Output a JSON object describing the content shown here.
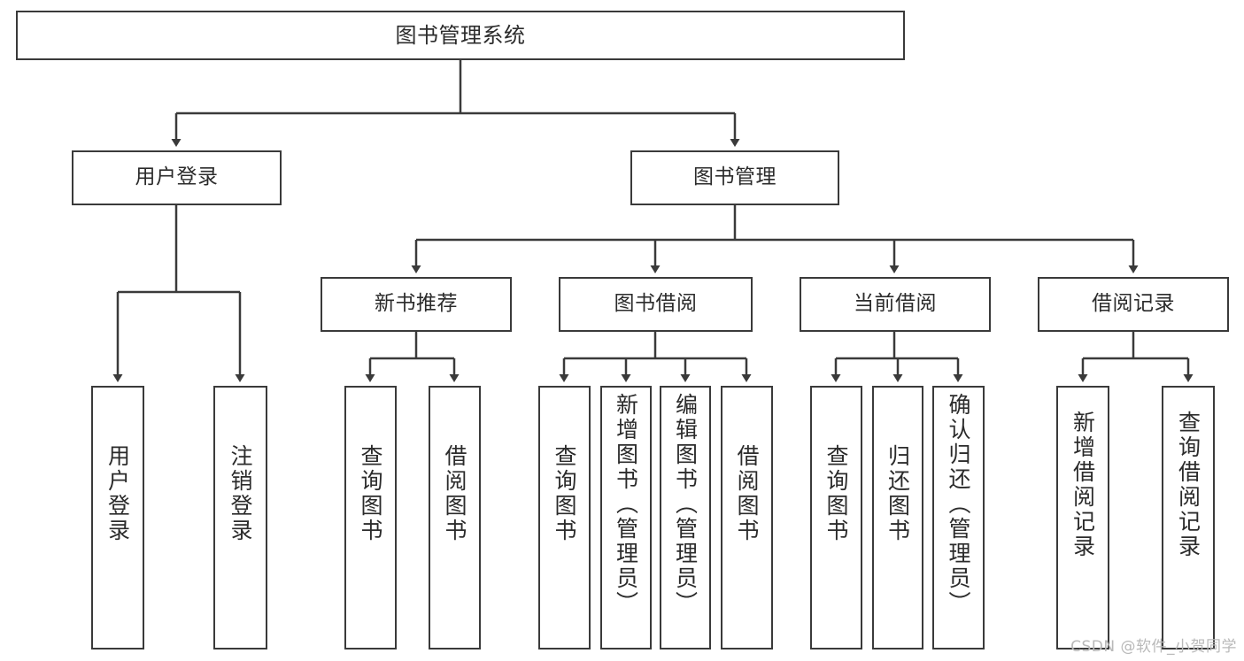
{
  "diagram": {
    "title": "图书管理系统",
    "type": "tree",
    "colors": {
      "node_border": "#3a3a3a",
      "node_fill": "#ffffff",
      "edge": "#3a3a3a",
      "text": "#2b2b2b",
      "watermark": "#b9b9b9"
    },
    "nodes": [
      {
        "id": "root",
        "label": "图书管理系统",
        "level": 1,
        "orientation": "horizontal"
      },
      {
        "id": "login",
        "label": "用户登录",
        "level": 2,
        "orientation": "horizontal"
      },
      {
        "id": "bookmgmt",
        "label": "图书管理",
        "level": 2,
        "orientation": "horizontal"
      },
      {
        "id": "newbook",
        "label": "新书推荐",
        "level": 3,
        "orientation": "horizontal"
      },
      {
        "id": "borrow",
        "label": "图书借阅",
        "level": 3,
        "orientation": "horizontal"
      },
      {
        "id": "current",
        "label": "当前借阅",
        "level": 3,
        "orientation": "horizontal"
      },
      {
        "id": "records",
        "label": "借阅记录",
        "level": 3,
        "orientation": "horizontal"
      },
      {
        "id": "leaf1",
        "label": "用户登录",
        "level": 4,
        "orientation": "vertical"
      },
      {
        "id": "leaf2",
        "label": "注销登录",
        "level": 4,
        "orientation": "vertical"
      },
      {
        "id": "leaf3",
        "label": "查询图书",
        "level": 4,
        "orientation": "vertical"
      },
      {
        "id": "leaf4",
        "label": "借阅图书",
        "level": 4,
        "orientation": "vertical"
      },
      {
        "id": "leaf5",
        "label": "查询图书",
        "level": 4,
        "orientation": "vertical"
      },
      {
        "id": "leaf6",
        "label": "新增图书（管理员）",
        "level": 4,
        "orientation": "vertical"
      },
      {
        "id": "leaf7",
        "label": "编辑图书（管理员）",
        "level": 4,
        "orientation": "vertical"
      },
      {
        "id": "leaf8",
        "label": "借阅图书",
        "level": 4,
        "orientation": "vertical"
      },
      {
        "id": "leaf9",
        "label": "查询图书",
        "level": 4,
        "orientation": "vertical"
      },
      {
        "id": "leaf10",
        "label": "归还图书",
        "level": 4,
        "orientation": "vertical"
      },
      {
        "id": "leaf11",
        "label": "确认归还（管理员）",
        "level": 4,
        "orientation": "vertical"
      },
      {
        "id": "leaf12",
        "label": "新增借阅记录",
        "level": 4,
        "orientation": "vertical"
      },
      {
        "id": "leaf13",
        "label": "查询借阅记录",
        "level": 4,
        "orientation": "vertical"
      }
    ],
    "edges": [
      {
        "from": "root",
        "to": "login"
      },
      {
        "from": "root",
        "to": "bookmgmt"
      },
      {
        "from": "bookmgmt",
        "to": "newbook"
      },
      {
        "from": "bookmgmt",
        "to": "borrow"
      },
      {
        "from": "bookmgmt",
        "to": "current"
      },
      {
        "from": "bookmgmt",
        "to": "records"
      },
      {
        "from": "login",
        "to": "leaf1"
      },
      {
        "from": "login",
        "to": "leaf2"
      },
      {
        "from": "newbook",
        "to": "leaf3"
      },
      {
        "from": "newbook",
        "to": "leaf4"
      },
      {
        "from": "borrow",
        "to": "leaf5"
      },
      {
        "from": "borrow",
        "to": "leaf6"
      },
      {
        "from": "borrow",
        "to": "leaf7"
      },
      {
        "from": "borrow",
        "to": "leaf8"
      },
      {
        "from": "current",
        "to": "leaf9"
      },
      {
        "from": "current",
        "to": "leaf10"
      },
      {
        "from": "current",
        "to": "leaf11"
      },
      {
        "from": "records",
        "to": "leaf12"
      },
      {
        "from": "records",
        "to": "leaf13"
      }
    ]
  },
  "watermark": {
    "text": "CSDN @软件_小贺同学"
  }
}
